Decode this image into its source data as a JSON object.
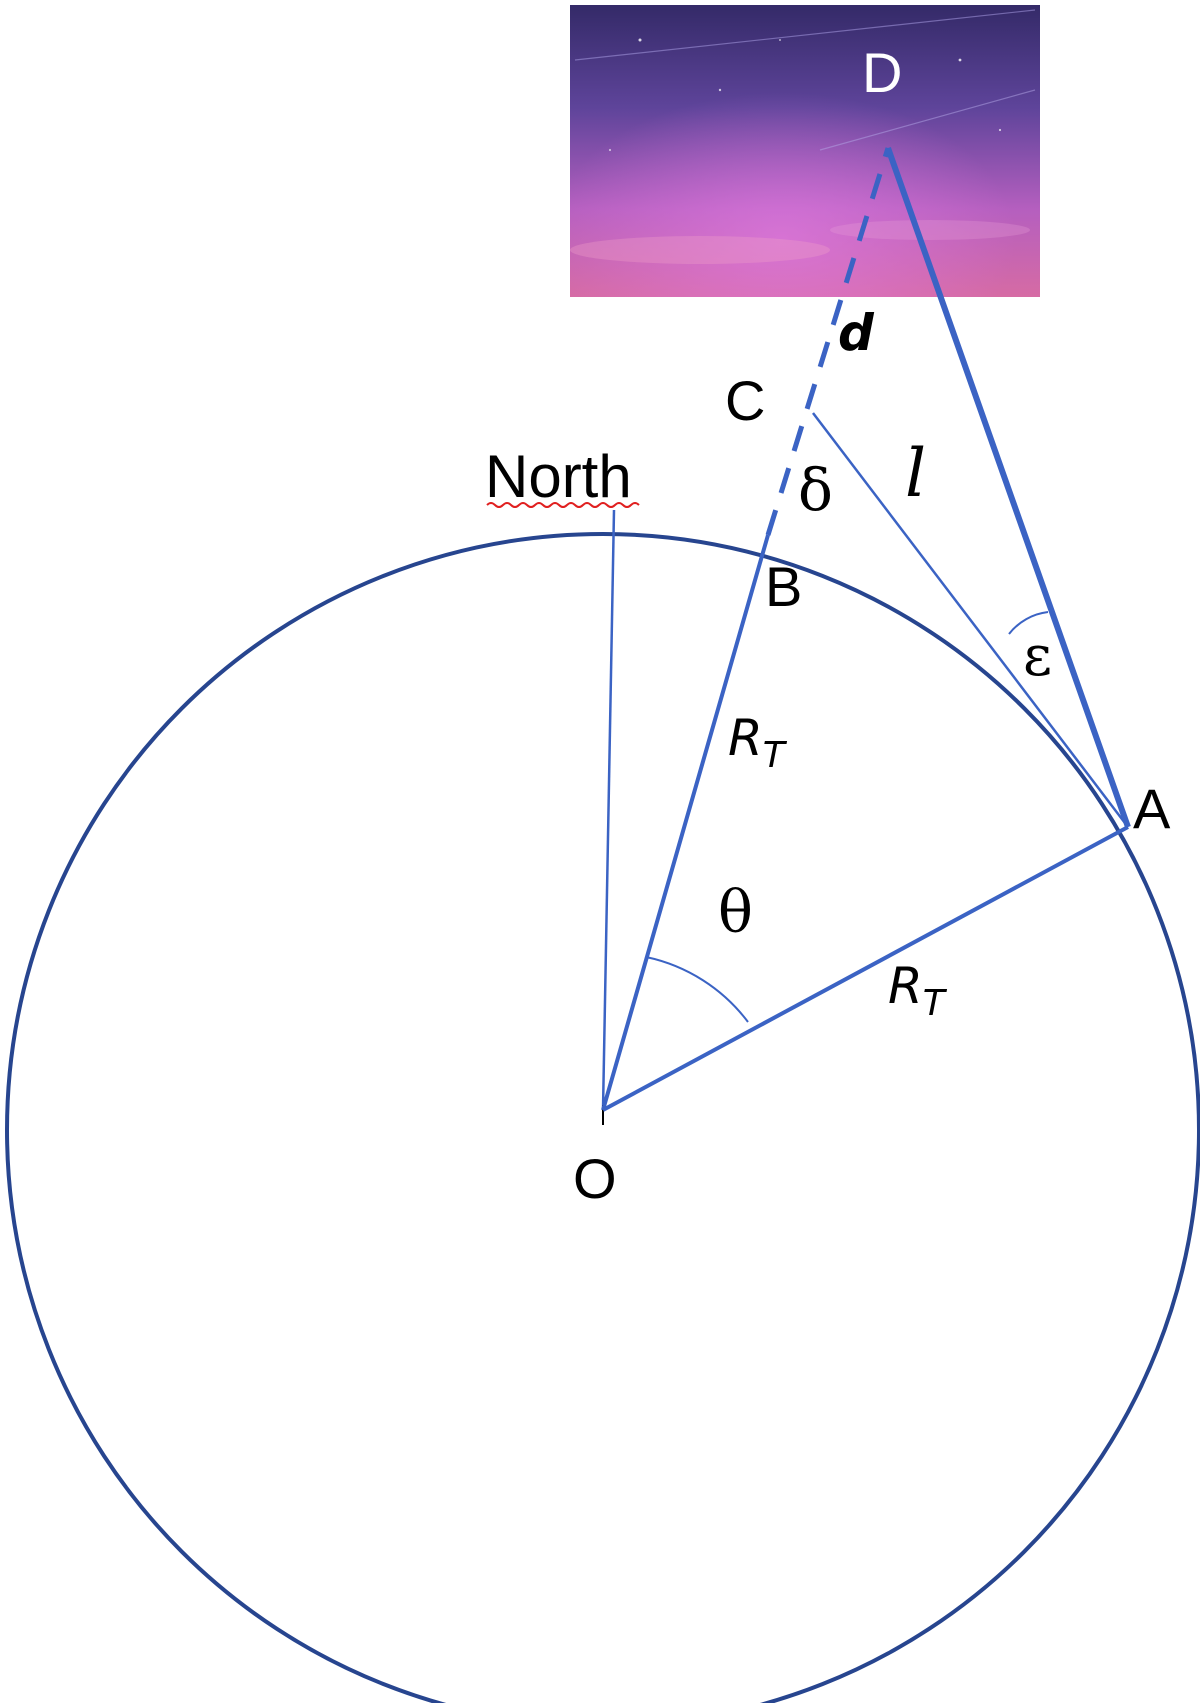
{
  "colors": {
    "earth_outline": "#27458f",
    "line_blue": "#3b63c4",
    "label": "#000000",
    "label_light": "#ffffff",
    "spell_underline": "#e02020",
    "sky_top": "#3a2f6e",
    "sky_mid": "#6b4fa6",
    "sky_glow": "#c26ad0",
    "sky_bottom": "#d86aa6"
  },
  "labels": {
    "north": "North",
    "point_d": "D",
    "point_c": "C",
    "point_b": "B",
    "point_a": "A",
    "point_o": "O",
    "delta": "δ",
    "epsilon": "ε",
    "theta": "θ",
    "d": "d",
    "l": "l",
    "rt_left_main": "R",
    "rt_left_sub": "T",
    "rt_right_main": "R",
    "rt_right_sub": "T"
  },
  "icons": {
    "sky": "aurora-sky-photo"
  }
}
